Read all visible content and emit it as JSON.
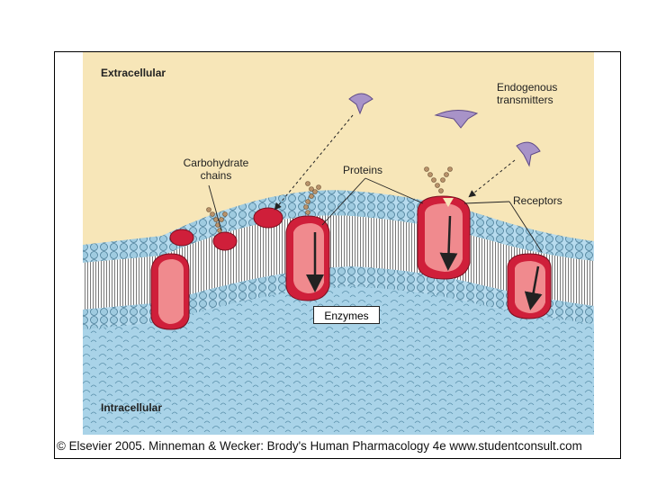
{
  "labels": {
    "extracellular": "Extracellular",
    "intracellular": "Intracellular",
    "endogenous_transmitters": [
      "Endogenous",
      "transmitters"
    ],
    "carbohydrate_chains": [
      "Carbohydrate",
      "chains"
    ],
    "proteins": "Proteins",
    "receptors": "Receptors",
    "enzymes": "Enzymes"
  },
  "credit": "© Elsevier 2005. Minneman & Wecker: Brody's Human Pharmacology 4e www.studentconsult.com",
  "colors": {
    "extracellular_bg": "#f7e6b8",
    "intracellular_bg": "#a9d3e8",
    "lipid_head": "#9fcbe0",
    "protein_dark": "#cf1f3a",
    "protein_light": "#f08a8e",
    "transmitter": "#a893c8",
    "carbohydrate": "#b8926a"
  }
}
